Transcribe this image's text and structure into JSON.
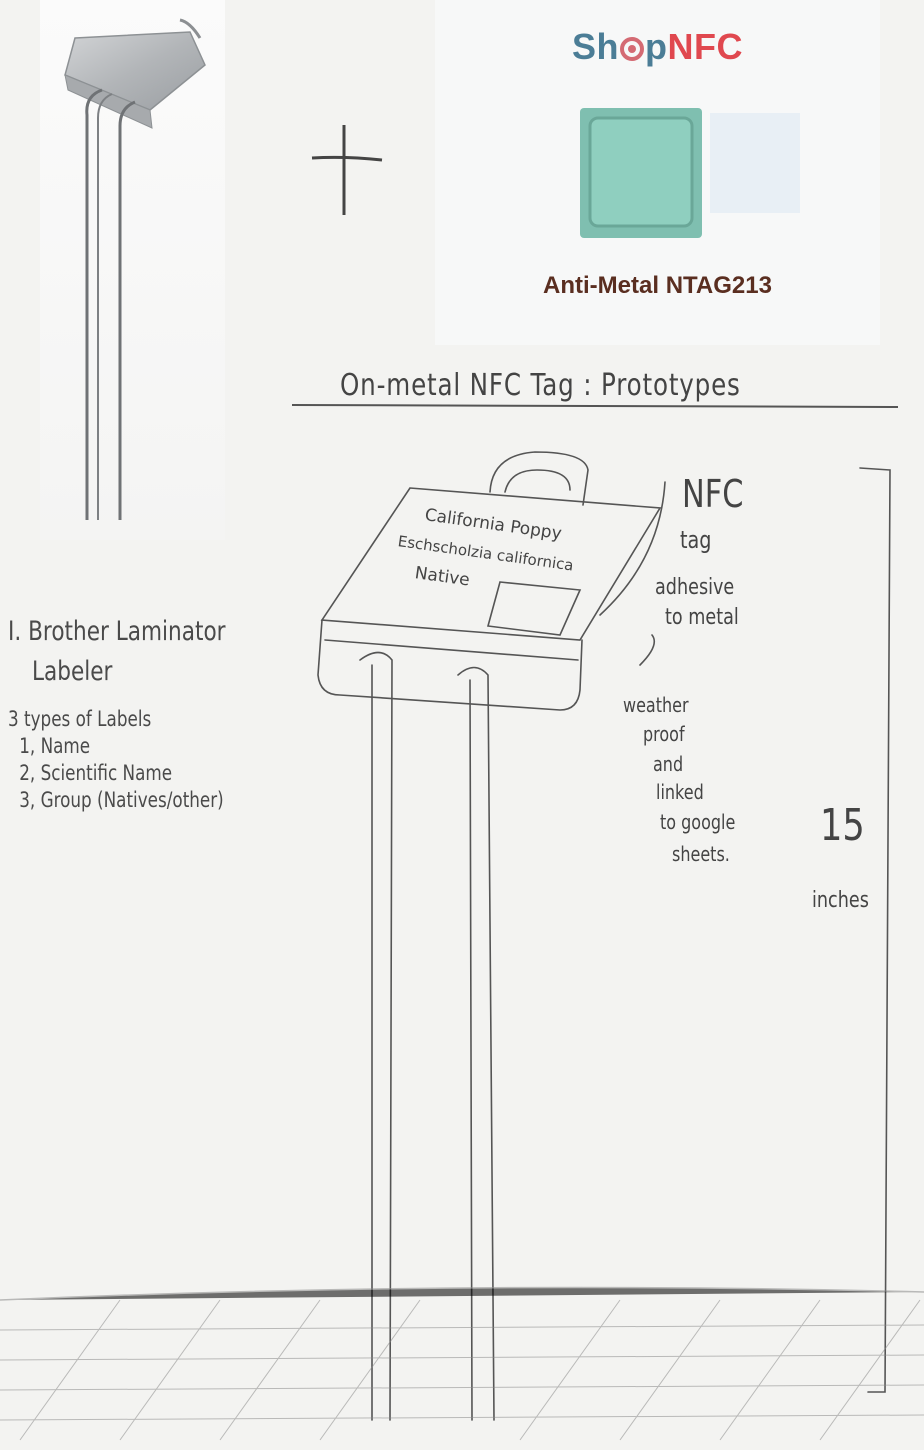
{
  "brand": {
    "shop": "Sh",
    "shop_tail": "p",
    "nfc": "NFC",
    "tag_caption": "Anti-Metal NTAG213"
  },
  "title": "On-metal NFC Tag : Prototypes",
  "notes": {
    "line1": "I. Brother Laminator",
    "line2": "Labeler",
    "types_heading": "3 types of Labels",
    "items": [
      "1, Name",
      "2, Scientific Name",
      "3, Group (Natives/other)"
    ]
  },
  "sign": {
    "line1": "California Poppy",
    "line2": "Eschscholzia californica",
    "line3": "Native"
  },
  "annotations": {
    "nfc": "NFC",
    "tag": "tag",
    "adhesive": "adhesive",
    "to_metal": "to metal",
    "weather": [
      "weather",
      "proof",
      "and",
      "linked",
      "to google",
      "sheets."
    ]
  },
  "dimension": {
    "value": "15",
    "unit": "inches"
  },
  "colors": {
    "shop": "#4b7d96",
    "nfc": "#e0484f",
    "caption": "#5a2e20",
    "tag_teal": "#7fbfb0",
    "pencil": "#555555"
  }
}
